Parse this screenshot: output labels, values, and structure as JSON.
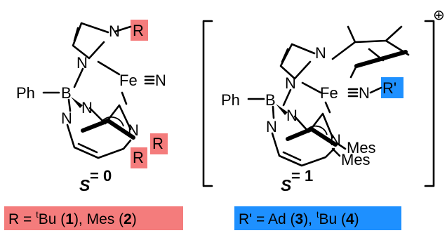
{
  "colors": {
    "r_highlight": "#f47c7c",
    "r_prime_highlight": "#1e90ff",
    "bonds": "#000000",
    "background": "#ffffff"
  },
  "complex_left": {
    "atoms": {
      "n_top": "N",
      "r_top": "R",
      "n_mid": "N",
      "fe": "Fe",
      "triple_bond_n": "N",
      "ph": "Ph",
      "b": "B",
      "n_low1": "N",
      "n_low2": "N",
      "n_low3": "N",
      "r_low1": "R",
      "r_low2": "R"
    },
    "spin_symbol": "S",
    "spin_value": "= 0"
  },
  "complex_right": {
    "atoms": {
      "n_top": "N",
      "n_mid": "N",
      "fe": "Fe",
      "n_imido": "N",
      "r_prime": "R'",
      "ph": "Ph",
      "b": "B",
      "n_low1": "N",
      "n_low2": "N",
      "n_low3": "N",
      "mes1": "Mes",
      "mes2": "Mes"
    },
    "charge": "⊕",
    "spin_symbol": "S",
    "spin_value": "= 1"
  },
  "caption_left": {
    "prefix": "R = ",
    "sup": "t",
    "bu": "Bu (",
    "num1": "1",
    "mid": "), Mes (",
    "num2": "2",
    "end": ")"
  },
  "caption_right": {
    "prefix": "R' = Ad (",
    "num3": "3",
    "mid": "), ",
    "sup": "t",
    "bu": "Bu (",
    "num4": "4",
    "end": ")"
  }
}
